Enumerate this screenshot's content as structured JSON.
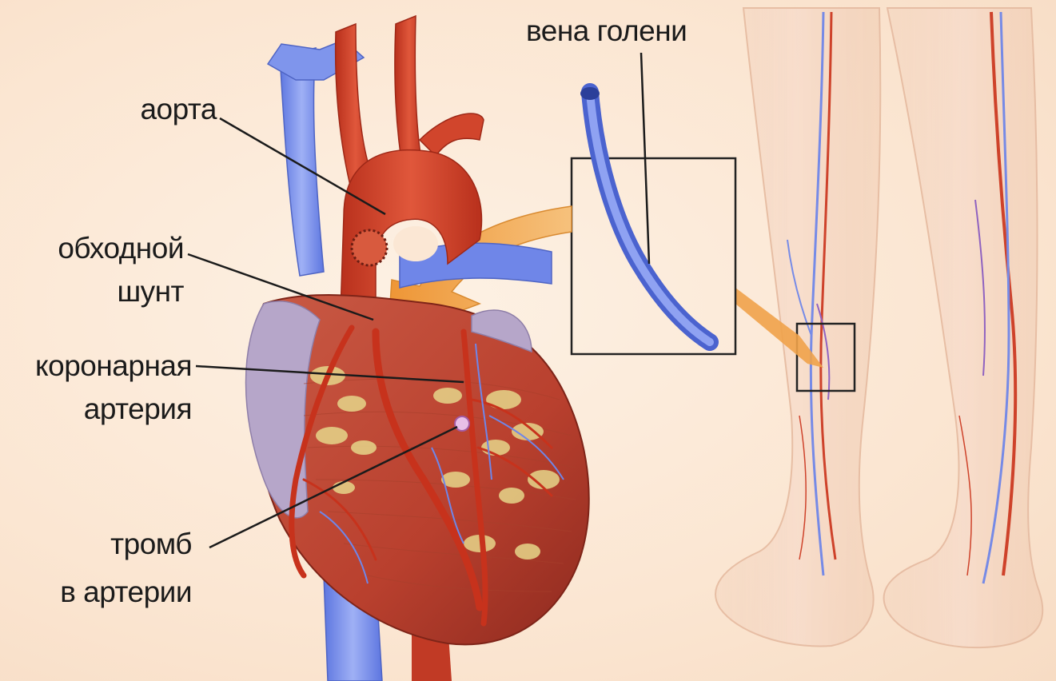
{
  "labels": {
    "aorta": "аорта",
    "bypass_line1": "обходной",
    "bypass_line2": "шунт",
    "coronary_line1": "коронарная",
    "coronary_line2": "артерия",
    "clot_line1": "тромб",
    "clot_line2": "в артерии",
    "shin_vein": "вена голени"
  },
  "colors": {
    "background": "#fbe7d4",
    "artery": "#cc3a22",
    "vein": "#6f86e8",
    "graft_arrow": "#f0a24a",
    "fat": "#e6d68a",
    "leader_line": "#1b1b1b"
  },
  "icons": [
    "heart-illustration",
    "vein-graft-illustration",
    "legs-illustration",
    "graft-arrow"
  ]
}
